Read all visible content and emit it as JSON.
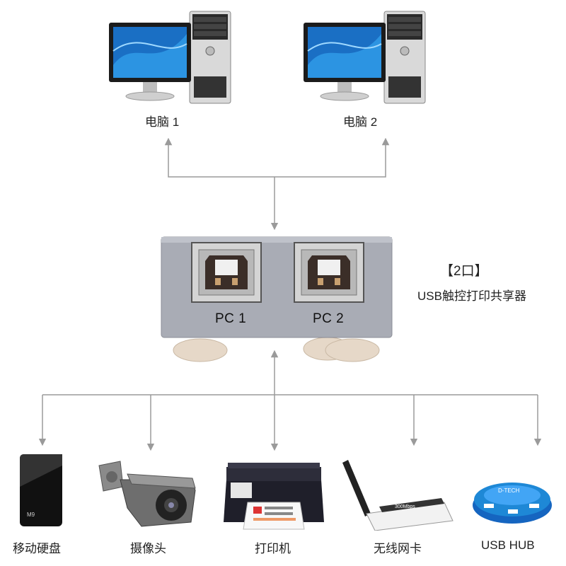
{
  "computers": [
    {
      "label": "电脑 1"
    },
    {
      "label": "电脑 2"
    }
  ],
  "switch": {
    "port1": "PC 1",
    "port2": "PC 2",
    "title_line1": "【2口】",
    "title_line2": "USB触控打印共享器"
  },
  "devices": [
    {
      "label": "移动硬盘"
    },
    {
      "label": "摄像头"
    },
    {
      "label": "打印机"
    },
    {
      "label": "无线网卡"
    },
    {
      "label": "USB HUB"
    }
  ],
  "colors": {
    "wire": "#9a9a9a",
    "switch_body": "#a9acb5",
    "port_metal": "#c9c9c9",
    "hub_blue": "#1e88d6"
  }
}
